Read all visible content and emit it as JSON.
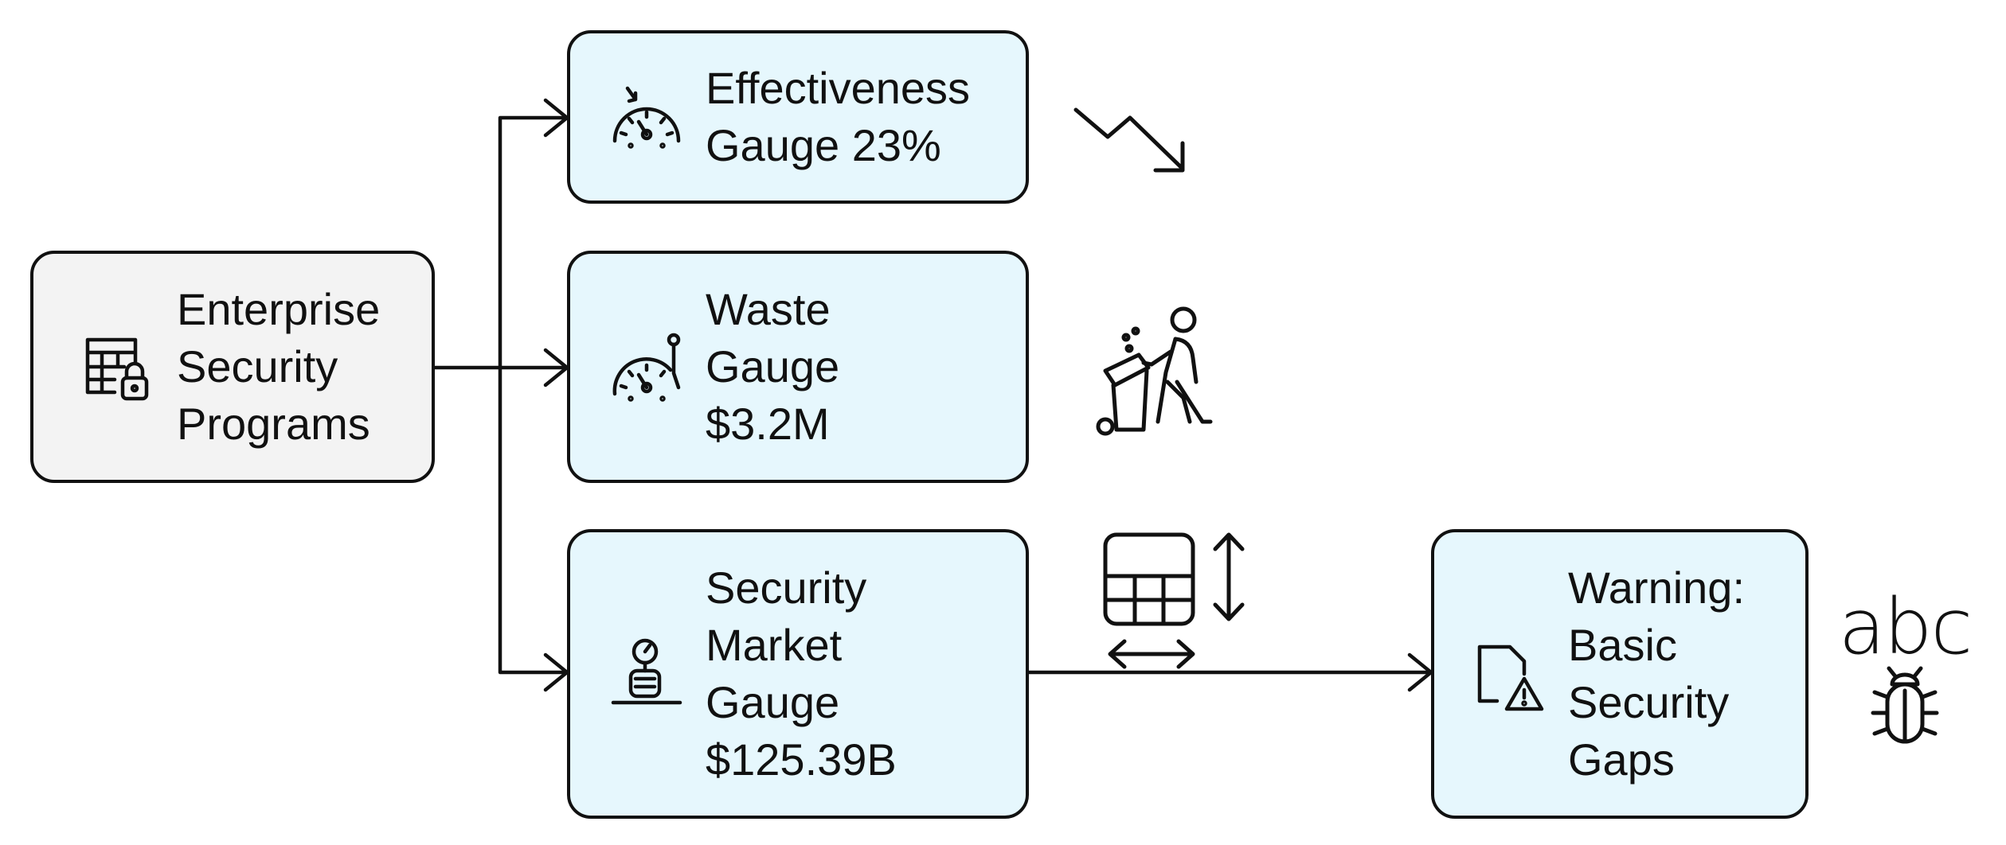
{
  "diagram": {
    "nodes": {
      "enterprise": {
        "lines": [
          "Enterprise",
          "Security",
          "Programs"
        ],
        "icon": "table-lock-icon"
      },
      "effectiveness": {
        "lines": [
          "Effectiveness",
          "Gauge 23%"
        ],
        "icon": "gauge-arrow-icon"
      },
      "waste": {
        "lines": [
          "Waste",
          "Gauge",
          "$3.2M"
        ],
        "icon": "gauge-pin-icon"
      },
      "market": {
        "lines": [
          "Security",
          "Market",
          "Gauge",
          "$125.39B"
        ],
        "icon": "scale-icon"
      },
      "warning": {
        "lines": [
          "Warning:",
          "Basic",
          "Security",
          "Gaps"
        ],
        "icon": "file-warning-icon"
      }
    },
    "edges": [
      {
        "from": "enterprise",
        "to": "effectiveness"
      },
      {
        "from": "enterprise",
        "to": "waste"
      },
      {
        "from": "enterprise",
        "to": "market"
      },
      {
        "from": "market",
        "to": "warning"
      }
    ],
    "side_icons": [
      "trend-down-icon",
      "person-trash-icon",
      "table-resize-icon",
      "spellcheck-bug-icon"
    ],
    "side_text": {
      "spell": "abc"
    },
    "colors": {
      "root_fill": "#f3f3f3",
      "step_fill": "#e6f7fd",
      "stroke": "#111111"
    }
  }
}
